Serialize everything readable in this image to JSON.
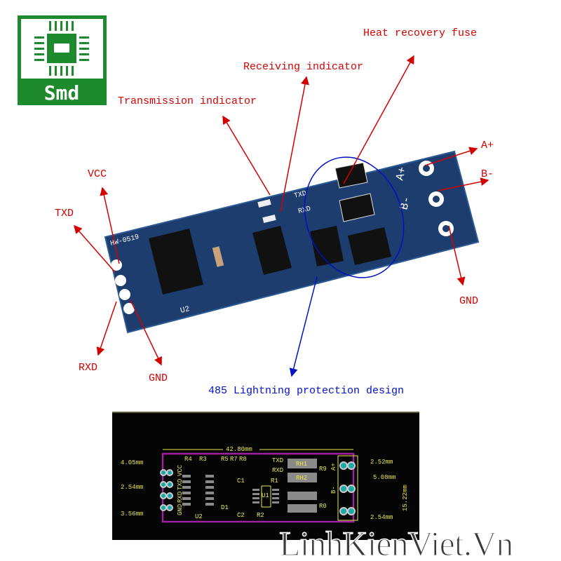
{
  "logo": {
    "text": "Smd",
    "color": "#1e8a2e"
  },
  "labels": {
    "heat_fuse": "Heat recovery fuse",
    "receiving": "Receiving indicator",
    "transmission": "Transmission indicator",
    "vcc": "VCC",
    "txd": "TXD",
    "rxd": "RXD",
    "gnd_left": "GND",
    "a_plus": "A+",
    "b_minus": "B-",
    "gnd_right": "GND",
    "lightning": "485 Lightning protection design"
  },
  "board_silk": {
    "model": "HW-0519",
    "pins": [
      "VCC",
      "TXD",
      "RXD",
      "GND"
    ],
    "terminals": [
      "A+",
      "B-"
    ],
    "ic": [
      "U2",
      "U1"
    ],
    "leds": [
      "TXD",
      "RXD"
    ]
  },
  "pcb_layout": {
    "length": "42.80mm",
    "dims_left": [
      "4.05mm",
      "2.54mm",
      "3.56mm"
    ],
    "dims_right": [
      "2.52mm",
      "5.08mm",
      "2.54mm"
    ],
    "height": "15.22mm",
    "parts": [
      "R4",
      "R3",
      "R5",
      "R7",
      "R8",
      "TXD",
      "RXD",
      "RH1",
      "RH2",
      "R9",
      "R0",
      "C1",
      "R1",
      "U1",
      "U2",
      "D1",
      "C2",
      "R2",
      "VCC",
      "TXD",
      "RXD",
      "GND",
      "A+",
      "B-"
    ]
  },
  "watermark": "LinhKienViet.Vn",
  "colors": {
    "arrow": "#d40000",
    "lightning": "#0010c8",
    "board": "#1c3d6e",
    "silk": "#e8e64a",
    "outline": "#a020a0"
  }
}
